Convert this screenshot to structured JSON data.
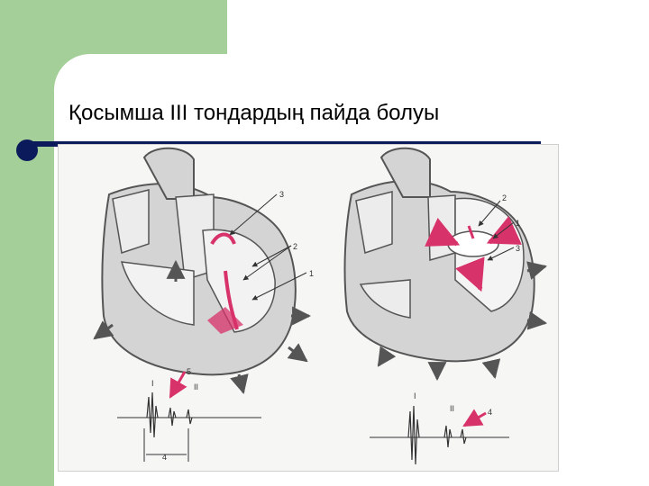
{
  "slide": {
    "title": "Қосымша III тондардың пайда болуы"
  },
  "figure": {
    "left_panel_labels": {
      "l1": "1",
      "l2": "2",
      "l3": "3",
      "l4": "4",
      "l5": "5",
      "tone1": "I",
      "tone2": "II"
    },
    "right_panel_labels": {
      "l1": "1",
      "l2": "2",
      "l3": "3",
      "l4": "4",
      "tone1": "I",
      "tone2": "II"
    }
  },
  "colors": {
    "accent_green": "#a4cf98",
    "title_rule": "#0a1a5a",
    "heart_fill": "#d4d4d4",
    "heart_stroke": "#555555",
    "highlight_pink": "#d8326a"
  }
}
